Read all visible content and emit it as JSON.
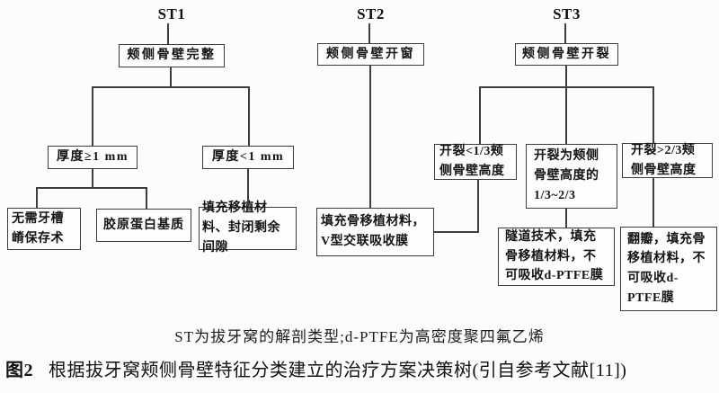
{
  "tree": {
    "st1": {
      "column_label": "ST1",
      "condition_root": "颊侧骨壁完整",
      "condition_thickness_ge_1mm": "厚度≥1 mm",
      "condition_thickness_lt_1mm": "厚度<1 mm",
      "treatment_no_ridge_preservation": "无需牙槽嵴保存术",
      "treatment_collagen_matrix": "胶原蛋白基质",
      "treatment_fill_graft_seal_gap": "填充移植材料、封闭剩余间隙"
    },
    "st2": {
      "column_label": "ST2",
      "condition_root": "颊侧骨壁开窗",
      "treatment_graft_v_membrane": "填充骨移植材料，V型交联吸收膜"
    },
    "st3": {
      "column_label": "ST3",
      "condition_root": "颊侧骨壁开裂",
      "condition_dehiscence_lt_one_third": "开裂<1/3颊侧骨壁高度",
      "condition_dehiscence_one_to_two_thirds": "开裂为颊侧骨壁高度的1/3~2/3",
      "condition_dehiscence_gt_two_thirds": "开裂>2/3颊侧骨壁高度",
      "treatment_tunnel": "隧道技术，填充骨移植材料，不可吸收d-PTFE膜",
      "treatment_flap": "翻瓣，填充骨移植材料，不可吸收d-PTFE膜"
    }
  },
  "footer": {
    "abbreviation_note": "ST为拔牙窝的解剖类型;d-PTFE为高密度聚四氟乙烯",
    "caption_label": "图2",
    "caption_text": "根据拔牙窝颊侧骨壁特征分类建立的治疗方案决策树(引自参考文献[11])"
  }
}
